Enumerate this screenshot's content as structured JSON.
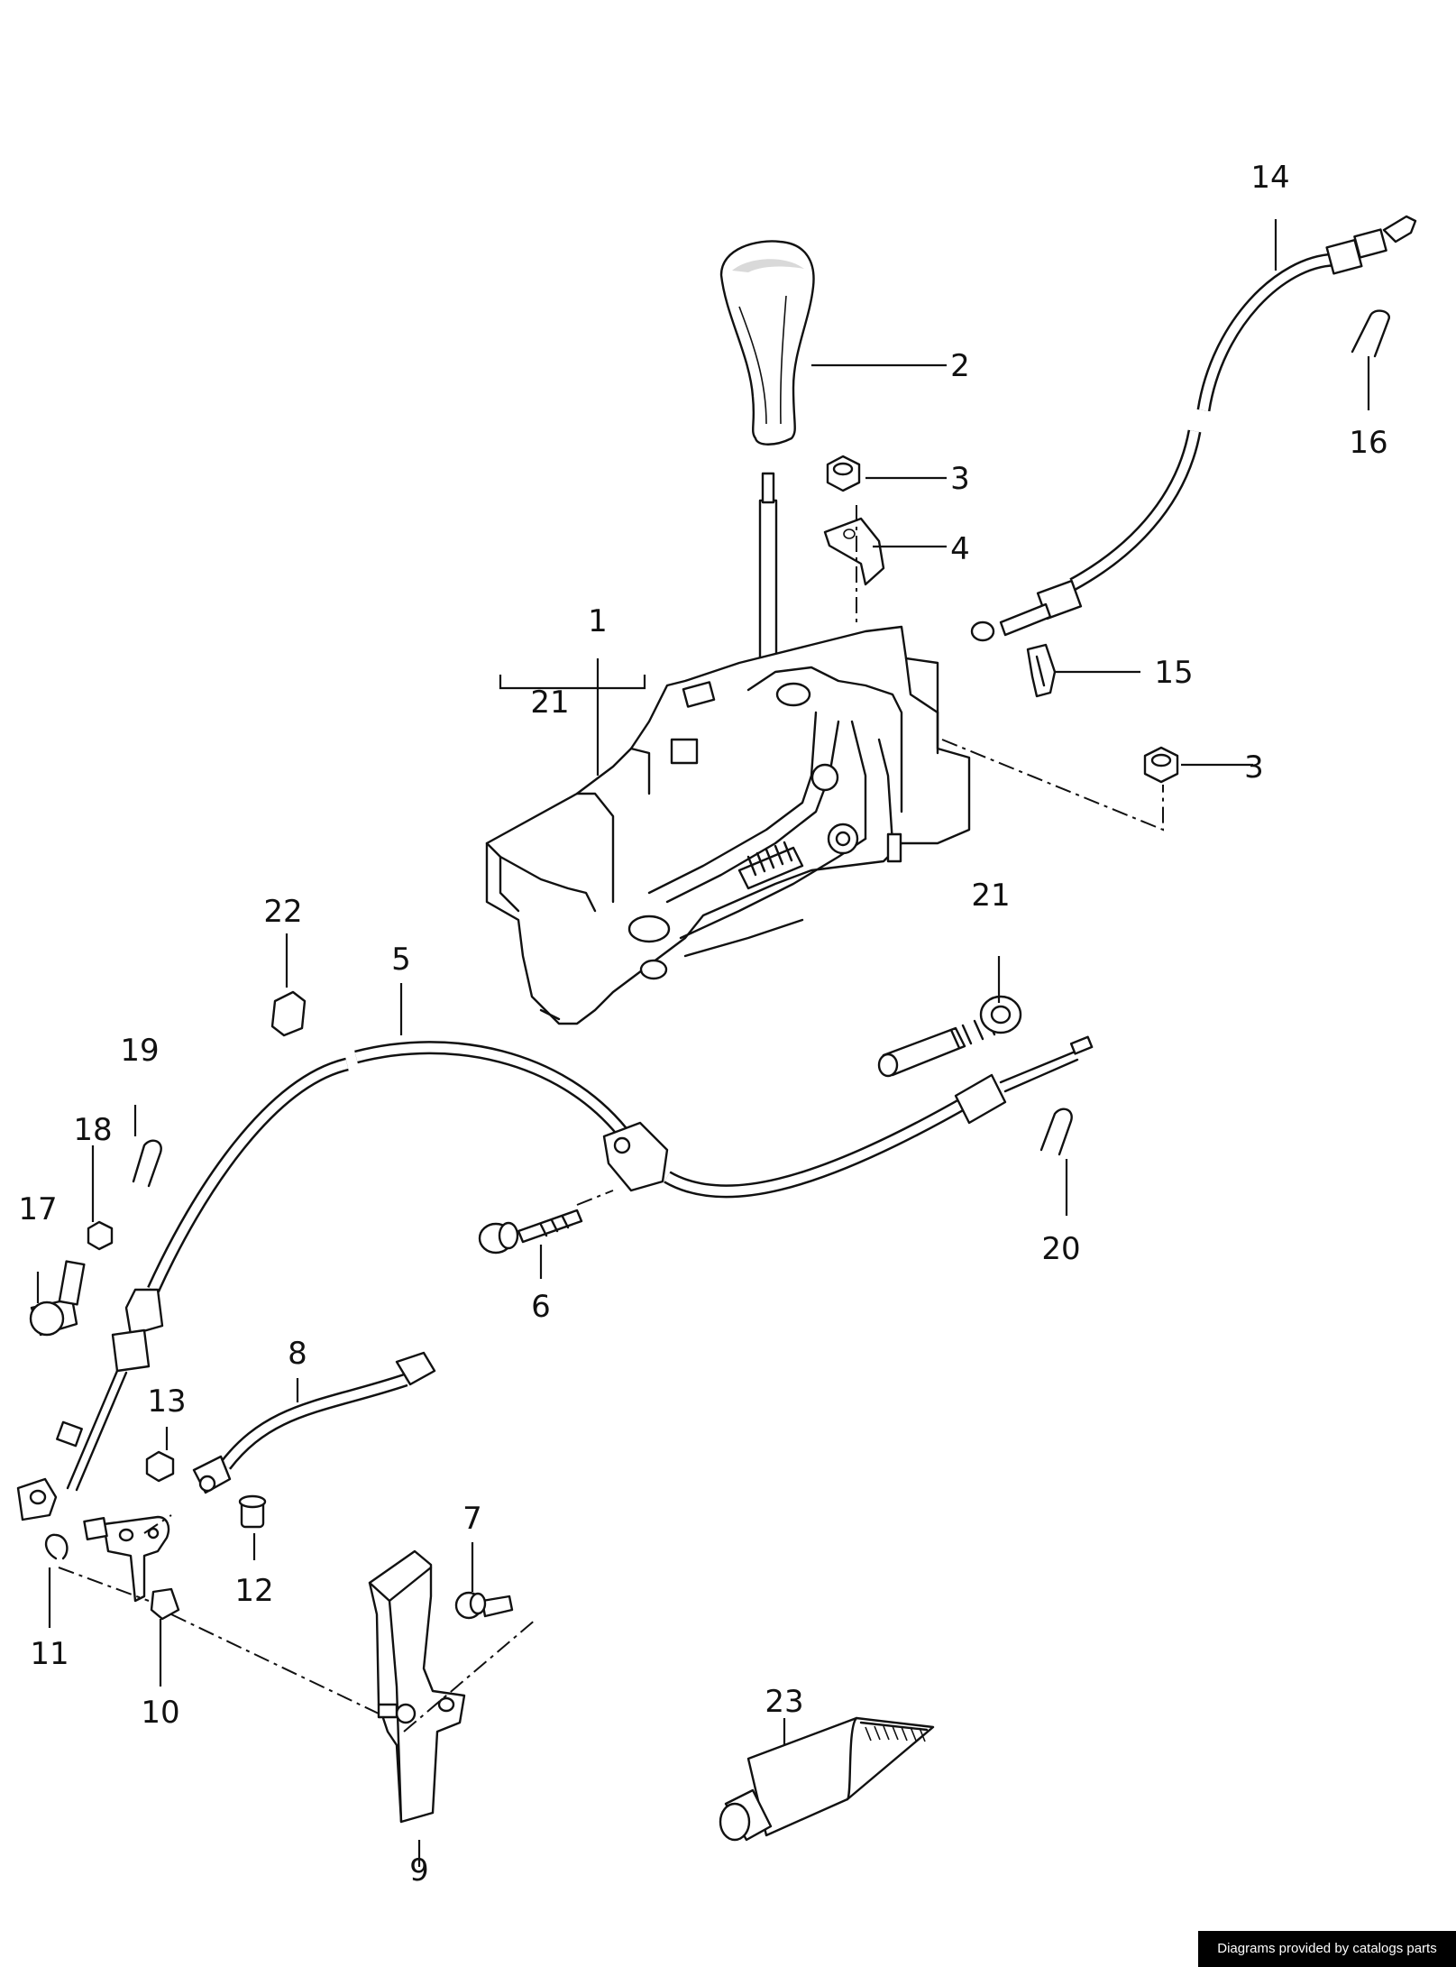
{
  "callouts": [
    {
      "id": "1",
      "label": "1"
    },
    {
      "id": "2",
      "label": "2"
    },
    {
      "id": "3a",
      "label": "3"
    },
    {
      "id": "3b",
      "label": "3"
    },
    {
      "id": "4",
      "label": "4"
    },
    {
      "id": "5",
      "label": "5"
    },
    {
      "id": "6",
      "label": "6"
    },
    {
      "id": "7",
      "label": "7"
    },
    {
      "id": "8",
      "label": "8"
    },
    {
      "id": "9",
      "label": "9"
    },
    {
      "id": "10",
      "label": "10"
    },
    {
      "id": "11",
      "label": "11"
    },
    {
      "id": "12",
      "label": "12"
    },
    {
      "id": "13",
      "label": "13"
    },
    {
      "id": "14",
      "label": "14"
    },
    {
      "id": "15",
      "label": "15"
    },
    {
      "id": "16",
      "label": "16"
    },
    {
      "id": "17",
      "label": "17"
    },
    {
      "id": "18",
      "label": "18"
    },
    {
      "id": "19",
      "label": "19"
    },
    {
      "id": "20",
      "label": "20"
    },
    {
      "id": "21a",
      "label": "21"
    },
    {
      "id": "21b",
      "label": "21"
    },
    {
      "id": "22",
      "label": "22"
    },
    {
      "id": "23",
      "label": "23"
    }
  ],
  "footer": {
    "text": "Diagrams provided by catalogs parts"
  }
}
